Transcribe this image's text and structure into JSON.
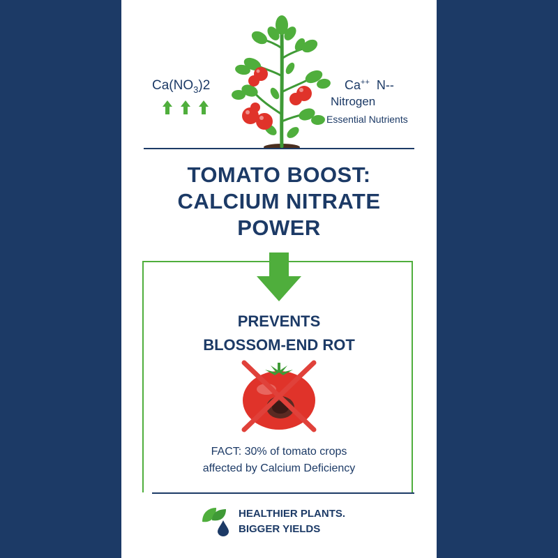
{
  "formula": {
    "main": "Ca(NO",
    "sub": "3",
    "close": ")",
    "suffix": "2"
  },
  "ions": {
    "calcium": "Ca",
    "calcium_charge": "++",
    "nitrate": "N--"
  },
  "labels": {
    "nitrogen": "Nitrogen",
    "nutrients": "Essential Nutrients"
  },
  "title": {
    "line1": "TOMATO BOOST:",
    "line2": "CALCIUM NITRATE",
    "line3": "POWER"
  },
  "benefit": {
    "line1": "PREVENTS",
    "line2": "BLOSSOM-END ROT"
  },
  "fact": {
    "line1": "FACT: 30% of tomato crops",
    "line2": "affected by Calcium Deficiency"
  },
  "footer": {
    "line1": "HEALTHIER PLANTS.",
    "line2": "BIGGER YIELDS"
  },
  "icons": [
    "up-arrow-icon",
    "tomato-plant-icon",
    "down-arrow-icon",
    "crossed-out-tomato-icon",
    "leaf-droplet-icon"
  ],
  "colors": {
    "navy": "#1c3a66",
    "green": "#4fae3c",
    "tomato_red": "#e0332a",
    "cross_red": "#e0413a"
  }
}
